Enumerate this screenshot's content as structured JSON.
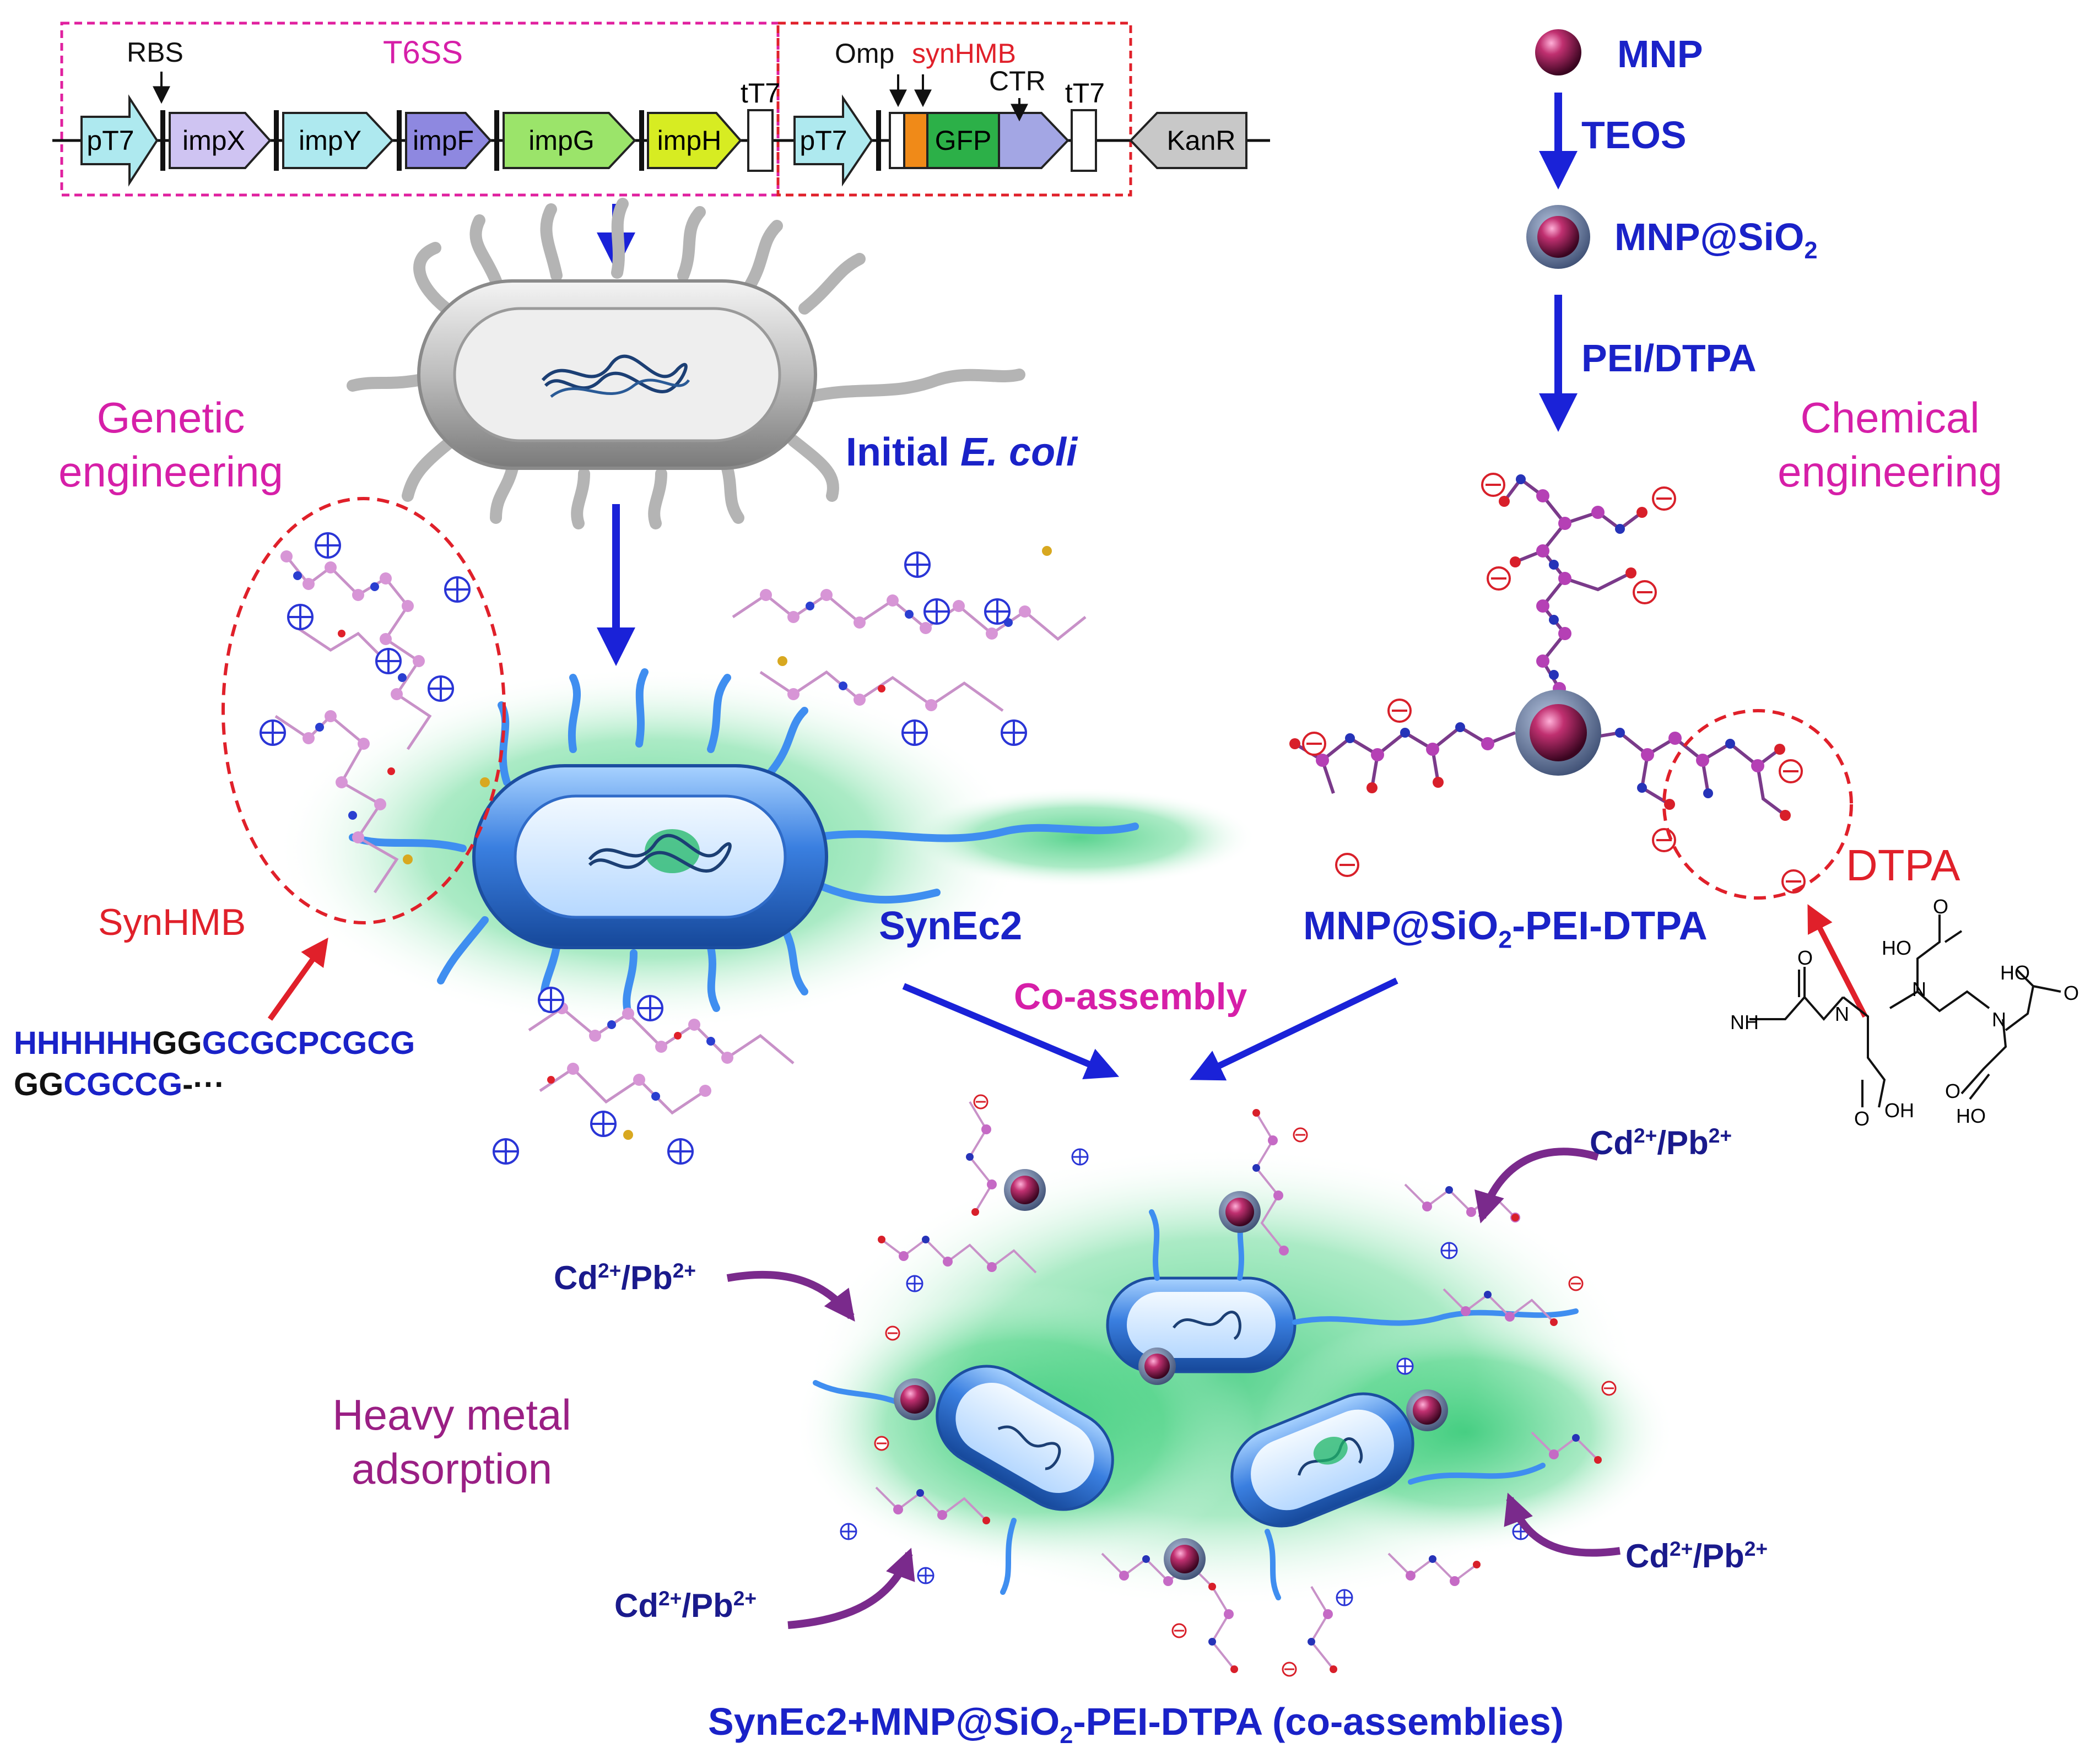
{
  "construct": {
    "t6ss_label": "T6SS",
    "rbs_label": "RBS",
    "omp_label": "Omp",
    "synhmb_label": "synHMB",
    "ctr_label": "CTR",
    "genes": [
      "pT7",
      "impX",
      "impY",
      "impF",
      "impG",
      "impH",
      "tT7",
      "pT7",
      "GFP",
      "tT7",
      "KanR"
    ]
  },
  "left": {
    "initial_label": "Initial ",
    "initial_species": "E. coli",
    "genetic_line1": "Genetic",
    "genetic_line2": "engineering",
    "synhmb_label": "SynHMB",
    "synec2_label": "SynEc2",
    "sequence_line1_blue1": "HHHHHH",
    "sequence_line1_black": "GG",
    "sequence_line1_blue2": "GCGCPCGCG",
    "sequence_line2_black": "GG",
    "sequence_line2_blue": "CGCCG",
    "sequence_line2_tail": "-···"
  },
  "right": {
    "mnp_label": "MNP",
    "teos_label": "TEOS",
    "mnp_sio2_label": "MNP@SiO",
    "sub2": "2",
    "pei_dtpa_label": "PEI/DTPA",
    "chemical_line1": "Chemical",
    "chemical_line2": "engineering",
    "dtpa_label": "DTPA",
    "composite_pre": "MNP@SiO",
    "composite_post": "-PEI-DTPA",
    "structure": {
      "ho1": "HO",
      "o1": "O",
      "ho2": "HO",
      "o2": "O",
      "o3": "O",
      "nh": "NH",
      "n1": "N",
      "n2": "N",
      "n3": "N",
      "oh1": "OH",
      "o4": "O",
      "o5": "O",
      "ho3": "HO"
    }
  },
  "bottom": {
    "coassembly_label": "Co-assembly",
    "heavy_line1": "Heavy metal",
    "heavy_line2": "adsorption",
    "cd": "Cd",
    "cd_charge": "2+",
    "slash_pb": "/Pb",
    "pb_charge": "2+",
    "caption_pre": "SynEc2+MNP@SiO",
    "caption_post": "-PEI-DTPA (co-assemblies)"
  },
  "colors": {
    "magenta": "#d61fa8",
    "red": "#e0202a",
    "blue": "#1a22c8",
    "navy": "#1a1a8c",
    "purple": "#9a1f84",
    "green_glow": "#22c46a",
    "cell_blue": "#3a7fe0",
    "particle": "#7a1040"
  }
}
